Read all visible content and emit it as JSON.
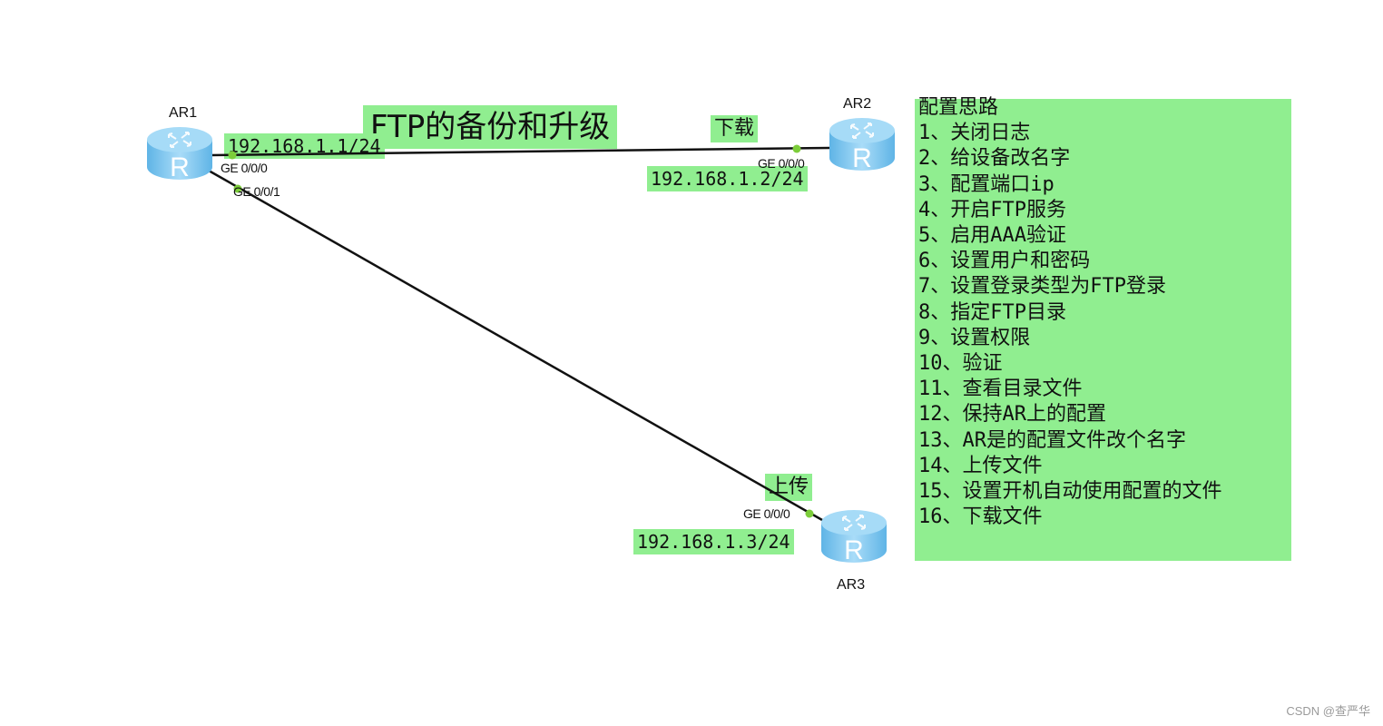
{
  "diagram": {
    "title": "FTP的备份和升级",
    "routers": [
      {
        "name": "AR1",
        "icon": "router-icon",
        "glyph": "R"
      },
      {
        "name": "AR2",
        "icon": "router-icon",
        "glyph": "R"
      },
      {
        "name": "AR3",
        "icon": "router-icon",
        "glyph": "R"
      }
    ],
    "ports": {
      "ar1_ge000": "GE 0/0/0",
      "ar1_ge001": "GE 0/0/1",
      "ar2_ge000": "GE 0/0/0",
      "ar3_ge000": "GE 0/0/0"
    },
    "ip_labels": {
      "ar1": "192.168.1.1/24",
      "ar2": "192.168.1.2/24",
      "ar3": "192.168.1.3/24"
    },
    "direction_labels": {
      "download": "下载",
      "upload": "上传"
    },
    "links": [
      {
        "from": "AR1 GE 0/0/0",
        "to": "AR2 GE 0/0/0"
      },
      {
        "from": "AR1 GE 0/0/1",
        "to": "AR3 GE 0/0/0"
      }
    ],
    "colors": {
      "label_bg": "#90ee90",
      "port_dot": "#7ccd3a",
      "router_body": "#7fc8f0",
      "link": "#111111"
    }
  },
  "steps_panel": {
    "title": "配置思路",
    "steps": [
      "1、关闭日志",
      "2、给设备改名字",
      "3、配置端口ip",
      "4、开启FTP服务",
      "5、启用AAA验证",
      "6、设置用户和密码",
      "7、设置登录类型为FTP登录",
      "8、指定FTP目录",
      "9、设置权限",
      "10、验证",
      "11、查看目录文件",
      "12、保持AR上的配置",
      "13、AR是的配置文件改个名字",
      "14、上传文件",
      "15、设置开机自动使用配置的文件",
      "16、下载文件"
    ]
  },
  "watermark": "CSDN @查严华"
}
